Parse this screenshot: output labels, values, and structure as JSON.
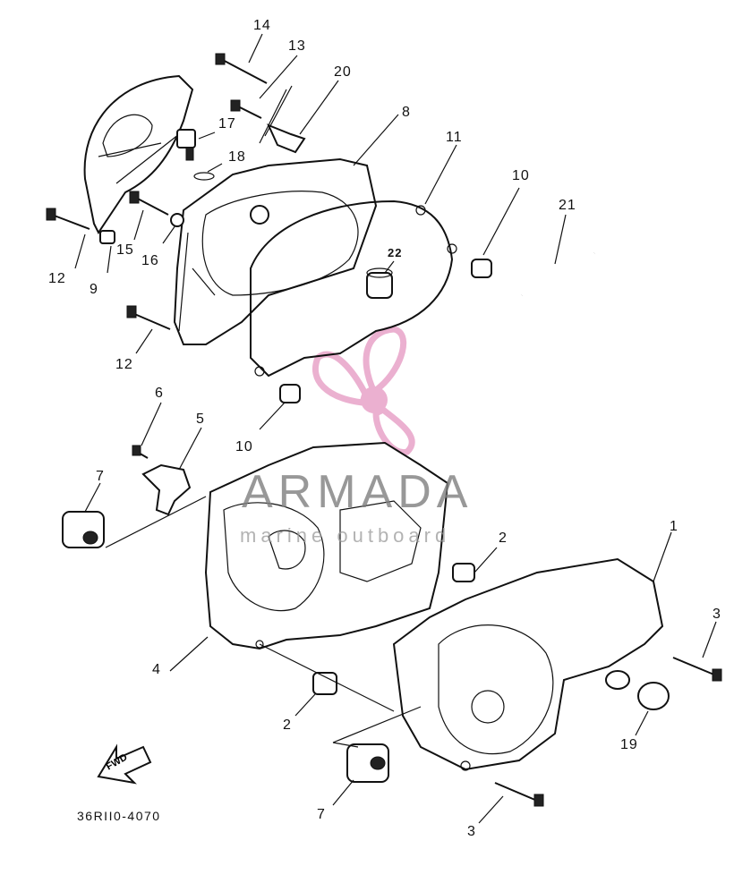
{
  "diagram": {
    "part_code": "36RII0-4070",
    "fwd_label": "FWD",
    "watermark": {
      "brand": "ARMADA",
      "tagline": "marine outboard",
      "logo": "propeller-logo",
      "color": "#e8a3c8"
    },
    "callouts": [
      {
        "id": "c14a",
        "label": "14"
      },
      {
        "id": "c13",
        "label": "13"
      },
      {
        "id": "c20",
        "label": "20"
      },
      {
        "id": "c17",
        "label": "17"
      },
      {
        "id": "c8",
        "label": "8"
      },
      {
        "id": "c11",
        "label": "11"
      },
      {
        "id": "c18",
        "label": "18"
      },
      {
        "id": "c10a",
        "label": "10"
      },
      {
        "id": "c21",
        "label": "21"
      },
      {
        "id": "c22",
        "label": "22"
      },
      {
        "id": "c12a",
        "label": "12"
      },
      {
        "id": "c9",
        "label": "9"
      },
      {
        "id": "c15",
        "label": "15"
      },
      {
        "id": "c16",
        "label": "16"
      },
      {
        "id": "c12b",
        "label": "12"
      },
      {
        "id": "c6",
        "label": "6"
      },
      {
        "id": "c5",
        "label": "5"
      },
      {
        "id": "c10b",
        "label": "10"
      },
      {
        "id": "c7a",
        "label": "7"
      },
      {
        "id": "c2a",
        "label": "2"
      },
      {
        "id": "c1",
        "label": "1"
      },
      {
        "id": "c3a",
        "label": "3"
      },
      {
        "id": "c4",
        "label": "4"
      },
      {
        "id": "c2b",
        "label": "2"
      },
      {
        "id": "c19",
        "label": "19"
      },
      {
        "id": "c7b",
        "label": "7"
      },
      {
        "id": "c3b",
        "label": "3"
      }
    ]
  }
}
